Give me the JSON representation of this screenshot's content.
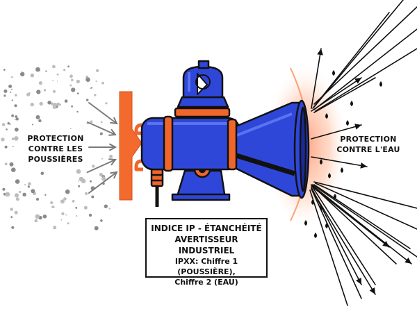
{
  "labels": {
    "dust": [
      "PROTECTION",
      "CONTRE LES",
      "POUSSIÈRES"
    ],
    "water": [
      "PROTECTION",
      "CONTRE L'EAU"
    ]
  },
  "info_box": {
    "line1": "INDICE IP - ÉTANCHÉITÉ",
    "line2": "AVERTISSEUR INDUSTRIEL",
    "line3": "IPXX: Chiffre 1 (POUSSIÈRE),",
    "line4": "Chiffre 2 (EAU)"
  },
  "colors": {
    "outline": "#111111",
    "horn_blue": "#2f47d8",
    "horn_light": "#5a74f0",
    "band_orange": "#f0662a",
    "shield_orange": "#f26a2e",
    "dust_gray": "#9a9a9a",
    "arrow_gray": "#7a7a7a",
    "glow": "#ffd2c0"
  },
  "icons": [
    "siren-icon",
    "horn-icon",
    "shield-icon",
    "water-drop-icon",
    "dust-particles-icon"
  ]
}
